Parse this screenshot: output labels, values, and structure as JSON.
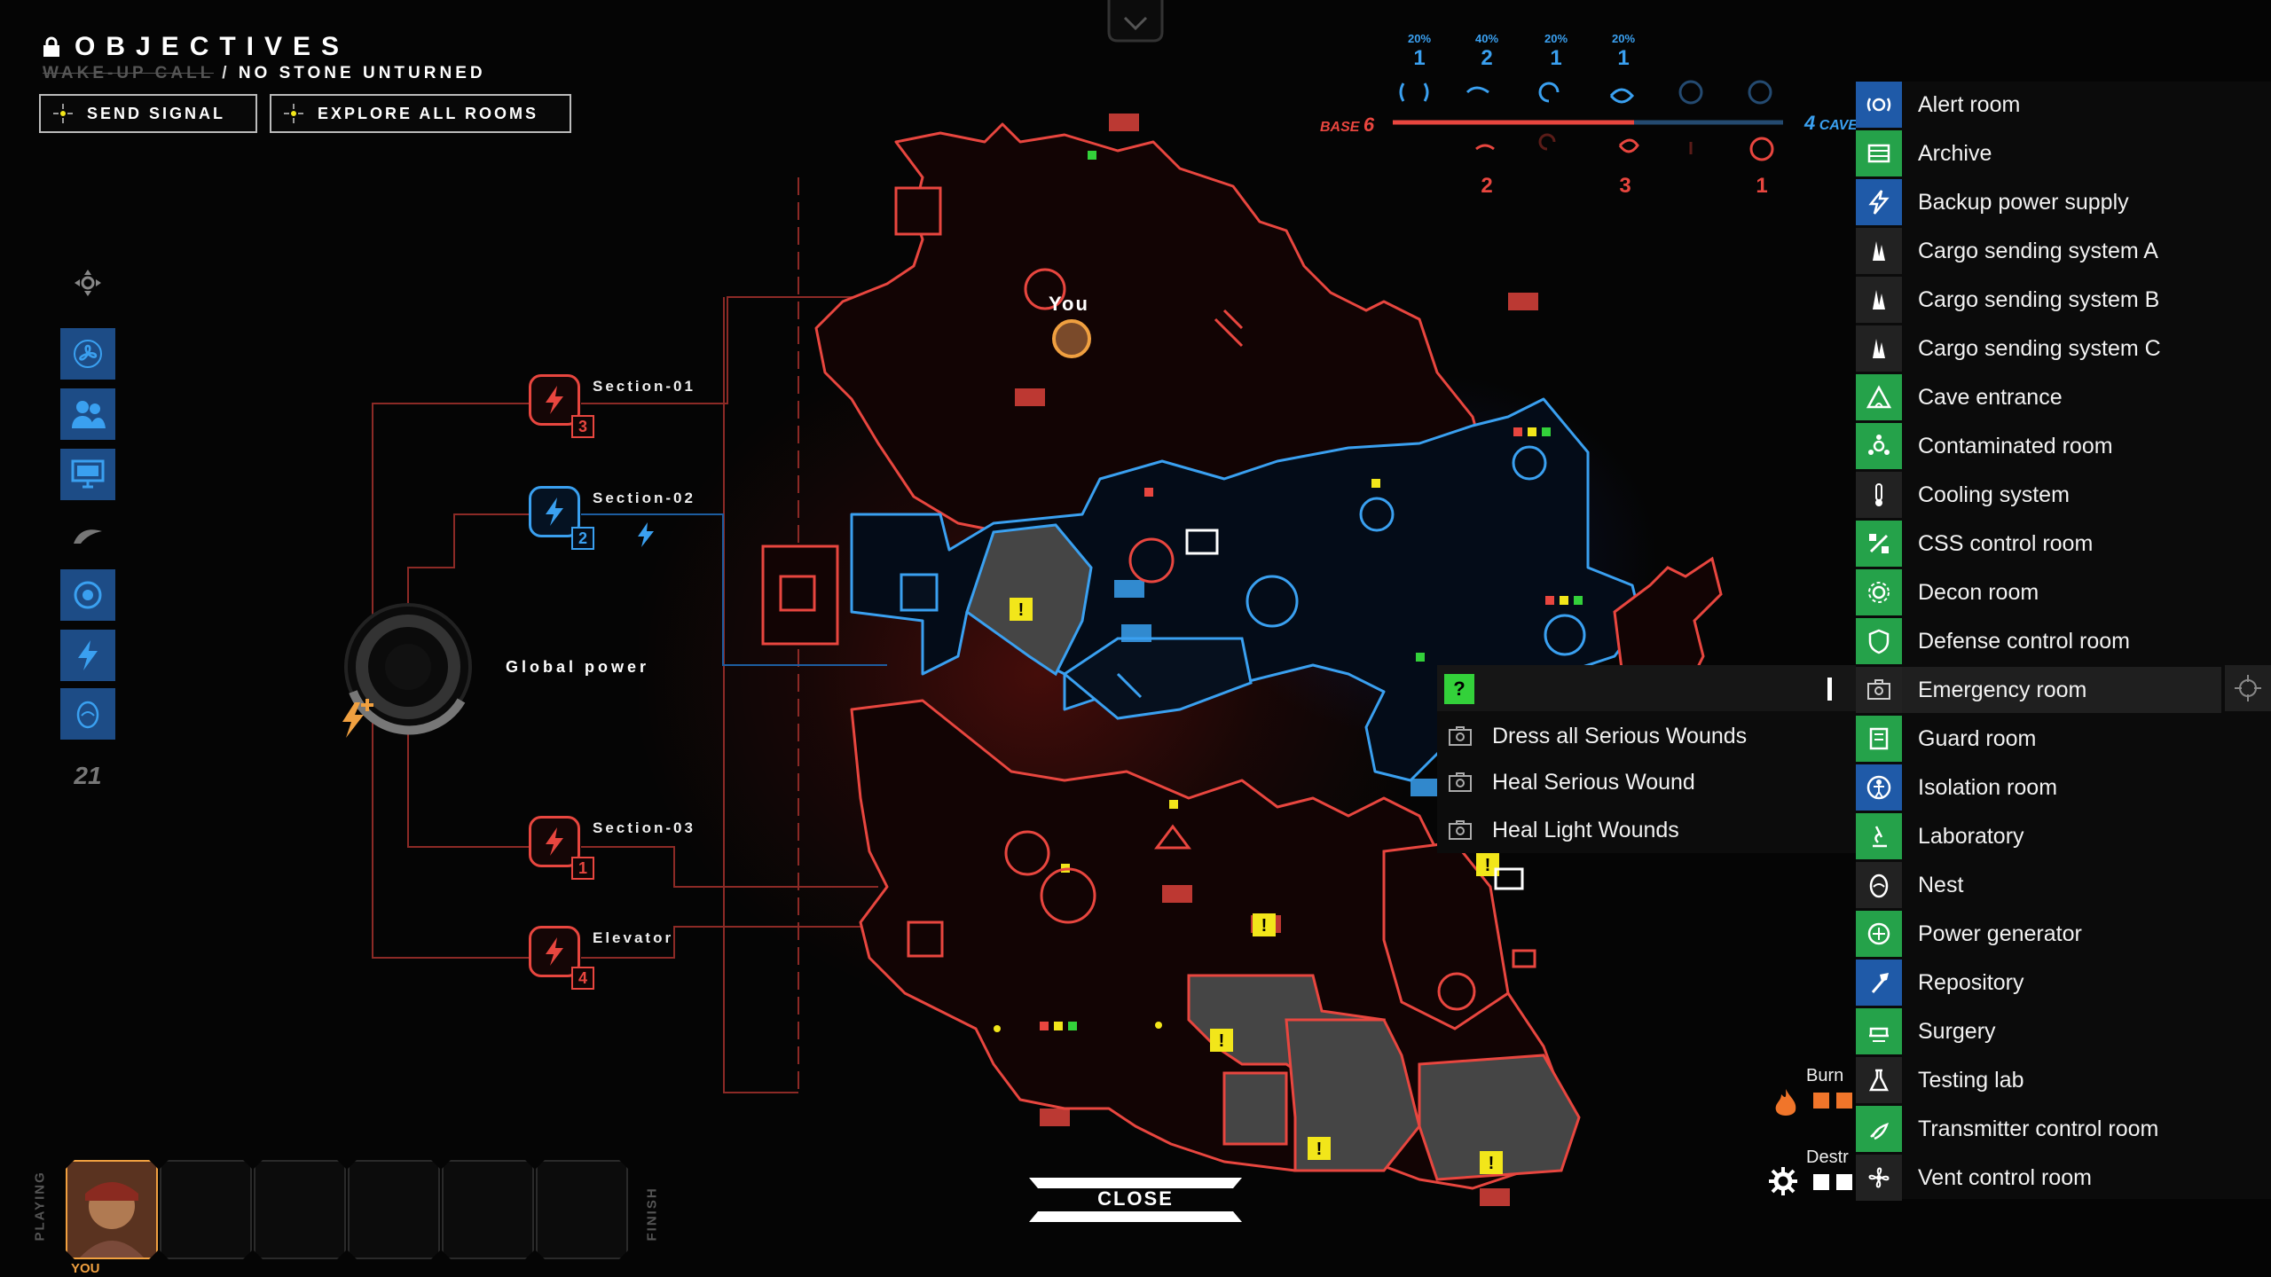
{
  "objectives": {
    "title": "OBJECTIVES",
    "completed": "WAKE-UP CALL",
    "separator": "/",
    "current": "NO STONE UNTURNED",
    "buttons": [
      {
        "label": "SEND SIGNAL"
      },
      {
        "label": "EXPLORE ALL ROOMS"
      }
    ]
  },
  "left_panel": {
    "counter": "21"
  },
  "power": {
    "global_label": "Global power",
    "sections": [
      {
        "label": "Section-01",
        "value": "3",
        "state": "red"
      },
      {
        "label": "Section-02",
        "value": "2",
        "state": "blue"
      },
      {
        "label": "Section-03",
        "value": "1",
        "state": "red"
      },
      {
        "label": "Elevator",
        "value": "4",
        "state": "red"
      }
    ]
  },
  "stats": {
    "blue_percents": [
      "20%",
      "40%",
      "20%",
      "20%"
    ],
    "blue_counts": [
      "1",
      "2",
      "1",
      "1"
    ],
    "red_counts": [
      "2",
      "3",
      "1"
    ],
    "base_label": "BASE",
    "base_value": "6",
    "cave_label": "CAVE",
    "cave_value": "4"
  },
  "map": {
    "player_label": "You",
    "colors": {
      "red": "#e8463f",
      "blue": "#3aa0f0",
      "yellow": "#f2e61a",
      "green": "#33d13a"
    }
  },
  "popup": {
    "header_icon": "?",
    "options": [
      {
        "label": "Dress all Serious Wounds"
      },
      {
        "label": "Heal Serious Wound"
      },
      {
        "label": "Heal Light Wounds"
      }
    ]
  },
  "rooms": [
    {
      "name": "Alert room",
      "color": "blue",
      "icon": "alert-icon"
    },
    {
      "name": "Archive",
      "color": "green",
      "icon": "archive-icon"
    },
    {
      "name": "Backup power supply",
      "color": "blue",
      "icon": "lightning-icon"
    },
    {
      "name": "Cargo sending system A",
      "color": "dark",
      "icon": "cargo-icon"
    },
    {
      "name": "Cargo sending system B",
      "color": "dark",
      "icon": "cargo-icon"
    },
    {
      "name": "Cargo sending system C",
      "color": "dark",
      "icon": "cargo-icon"
    },
    {
      "name": "Cave entrance",
      "color": "green",
      "icon": "cave-icon"
    },
    {
      "name": "Contaminated room",
      "color": "green",
      "icon": "biohazard-icon"
    },
    {
      "name": "Cooling system",
      "color": "dark",
      "icon": "thermometer-icon"
    },
    {
      "name": "CSS control room",
      "color": "green",
      "icon": "satellite-icon"
    },
    {
      "name": "Decon room",
      "color": "green",
      "icon": "gear-icon"
    },
    {
      "name": "Defense control room",
      "color": "green",
      "icon": "shield-icon"
    },
    {
      "name": "Emergency room",
      "color": "dark",
      "icon": "medkit-icon"
    },
    {
      "name": "Guard room",
      "color": "green",
      "icon": "guard-icon"
    },
    {
      "name": "Isolation room",
      "color": "blue",
      "icon": "isolation-icon"
    },
    {
      "name": "Laboratory",
      "color": "green",
      "icon": "microscope-icon"
    },
    {
      "name": "Nest",
      "color": "dark",
      "icon": "egg-icon"
    },
    {
      "name": "Power generator",
      "color": "green",
      "icon": "generator-icon"
    },
    {
      "name": "Repository",
      "color": "blue",
      "icon": "hammer-icon"
    },
    {
      "name": "Surgery",
      "color": "green",
      "icon": "surgery-icon"
    },
    {
      "name": "Testing lab",
      "color": "dark",
      "icon": "flask-icon"
    },
    {
      "name": "Transmitter control room",
      "color": "green",
      "icon": "antenna-icon"
    },
    {
      "name": "Vent control room",
      "color": "dark",
      "icon": "fan-icon"
    }
  ],
  "bottom": {
    "playing_label": "PLAYING",
    "finish_label": "FINISH",
    "you_label": "YOU",
    "close_label": "CLOSE",
    "burn_label": "Burn",
    "destroy_label": "Destr"
  }
}
